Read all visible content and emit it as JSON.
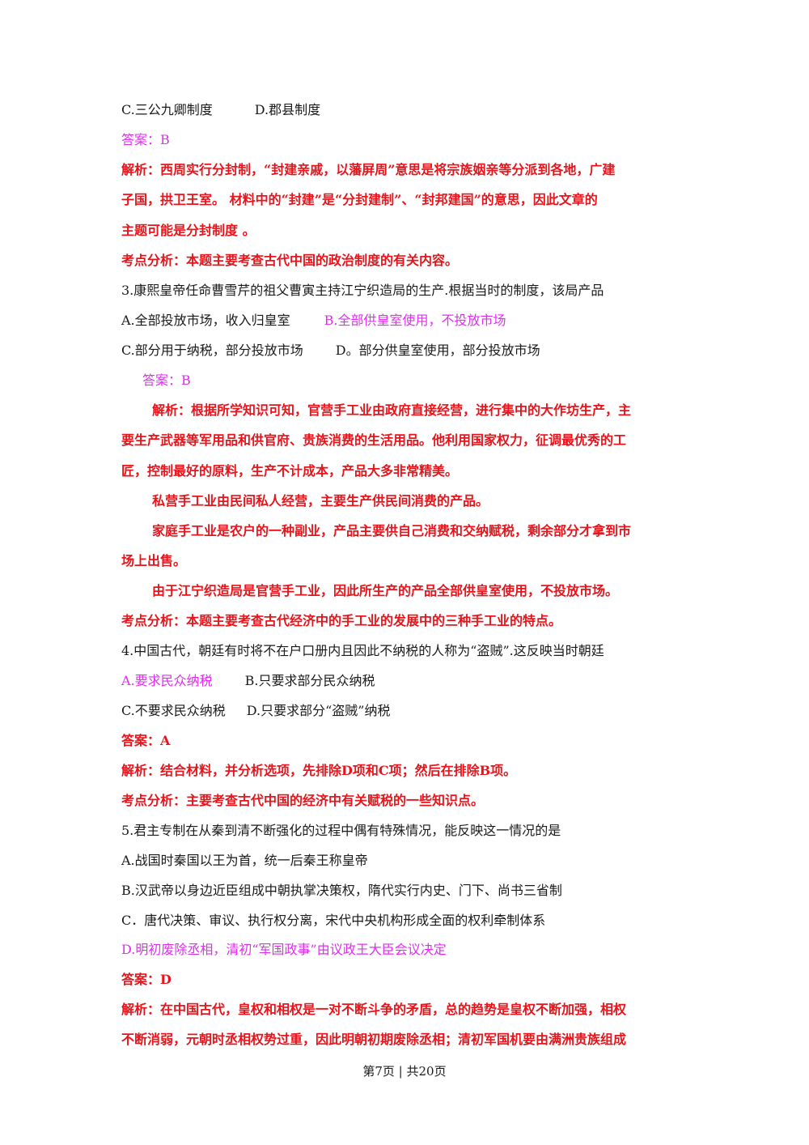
{
  "lines": [
    {
      "a": "C.三公九卿制度",
      "b": "D.郡县制度"
    },
    {
      "text": "答案：B"
    },
    {
      "text": "解析：西周实行分封制，“封建亲戚，以藩屏周”意思是将宗族姻亲等分派到各地，广建"
    },
    {
      "text": "子国，拱卫王室。 材料中的“封建”是“分封建制”、“封邦建国”的意思，因此文章的"
    },
    {
      "text": "主题可能是分封制度 。"
    },
    {
      "text": "考点分析：本题主要考查古代中国的政治制度的有关内容。"
    },
    {
      "text": "3.康熙皇帝任命曹雪芹的祖父曹寅主持江宁织造局的生产.根据当时的制度，该局产品"
    },
    {
      "a": "A.全部投放市场，收入归皇室",
      "b": "B.全部供皇室使用，不投放市场"
    },
    {
      "a": "C.部分用于纳税，部分投放市场",
      "b": "D。部分供皇室使用，部分投放市场"
    },
    {
      "text": "答案：B"
    },
    {
      "text": "解析：根据所学知识可知，官营手工业由政府直接经营，进行集中的大作坊生产，主"
    },
    {
      "text": "要生产武器等军用品和供官府、贵族消费的生活用品。他利用国家权力，征调最优秀的工"
    },
    {
      "text": "匠，控制最好的原料，生产不计成本，产品大多非常精美。"
    },
    {
      "text": "私营手工业由民间私人经营，主要生产供民间消费的产品。"
    },
    {
      "text": "家庭手工业是农户的一种副业，产品主要供自己消费和交纳赋税，剩余部分才拿到市"
    },
    {
      "text": "场上出售。"
    },
    {
      "text": "由于江宁织造局是官营手工业，因此所生产的产品全部供皇室使用，不投放市场。"
    },
    {
      "text": "考点分析：本题主要考查古代经济中的手工业的发展中的三种手工业的特点。"
    },
    {
      "text": "4.中国古代，朝廷有时将不在户口册内且因此不纳税的人称为“盗贼”.这反映当时朝廷"
    },
    {
      "a": "A.要求民众纳税",
      "b": "B.只要求部分民众纳税"
    },
    {
      "a": "C.不要求民众纳税",
      "b": "D.只要求部分“盗贼”纳税"
    },
    {
      "text": "答案：A"
    },
    {
      "text": "解析：结合材料，并分析选项，先排除D项和C项；然后在排除B项。"
    },
    {
      "text": "考点分析：主要考查古代中国的经济中有关赋税的一些知识点。"
    },
    {
      "text": "5.君主专制在从秦到清不断强化的过程中偶有特殊情况，能反映这一情况的是"
    },
    {
      "text": "A.战国时秦国以王为首，统一后秦王称皇帝"
    },
    {
      "text": "B.汉武帝以身边近臣组成中朝执掌决策权，隋代实行内史、门下、尚书三省制"
    },
    {
      "text": "C．唐代决策、审议、执行权分离，宋代中央机构形成全面的权利牵制体系"
    },
    {
      "text": "D.明初废除丞相，清初“军国政事”由议政王大臣会议决定"
    },
    {
      "text": "答案：D"
    },
    {
      "text": "解析：在中国古代，皇权和相权是一对不断斗争的矛盾，总的趋势是皇权不断加强，相权"
    },
    {
      "text": "不断消弱，元朝时丞相权势过重，因此明朝初期废除丞相；清初军国机要由满洲贵族组成"
    }
  ],
  "footer": "第7页 | 共20页"
}
